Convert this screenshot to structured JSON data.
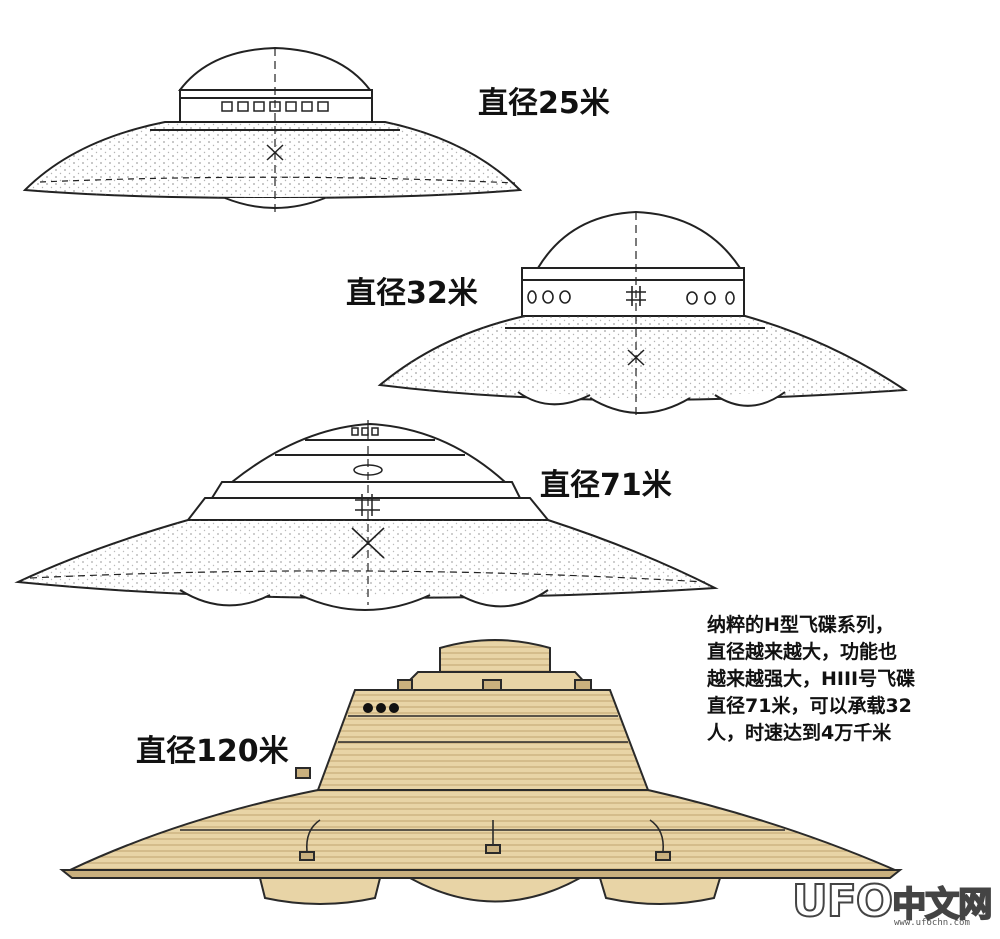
{
  "labels": {
    "d25": "直径25米",
    "d32": "直径32米",
    "d71": "直径71米",
    "d120": "直径120米"
  },
  "caption": {
    "lines": [
      "纳粹的H型飞碟系列，",
      "直径越来越大，功能也",
      "越来越强大，HIII号飞碟",
      "直径71米，可以承载32",
      "人，时速达到4万千米"
    ]
  },
  "watermark": {
    "logo_latin": "UFO",
    "logo_cn": "中文网",
    "url": "www.ufochn.com"
  },
  "colors": {
    "line": "#222222",
    "dots": "#444444",
    "saucer120_fill": "#e8d4a6",
    "saucer120_dark": "#c9b07e",
    "background": "#ffffff"
  }
}
